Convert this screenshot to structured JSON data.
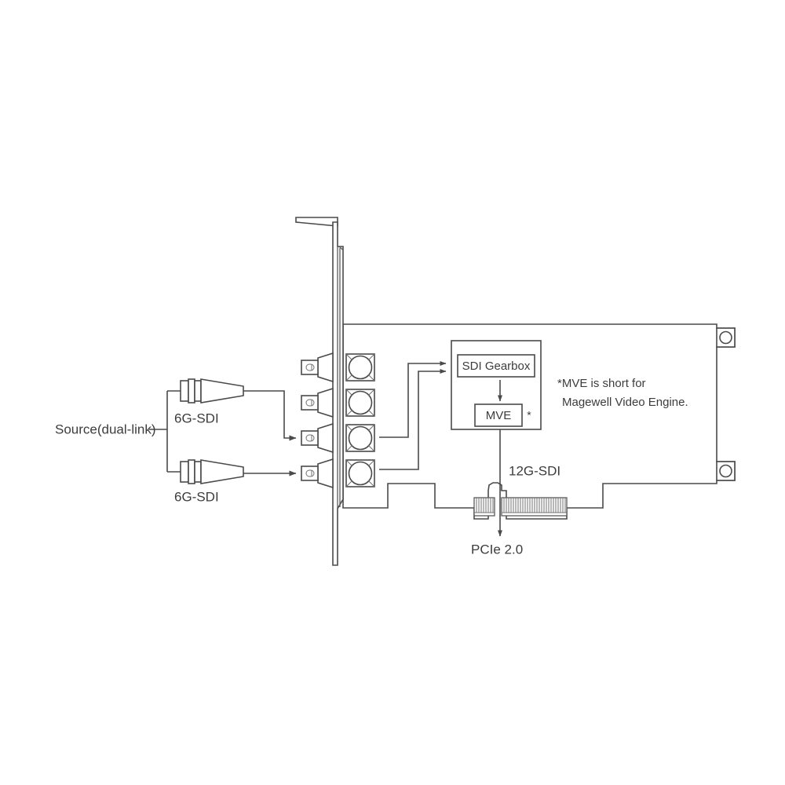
{
  "diagram": {
    "title": "Magewell SDI capture card signal flow diagram",
    "colors": {
      "stroke": "#4a4a4a",
      "stroke_light": "#707070",
      "text": "#3c3c3c",
      "background": "#ffffff"
    },
    "source": {
      "label": "Source(dual-link)"
    },
    "cables": [
      {
        "label": "6G-SDI"
      },
      {
        "label": "6G-SDI"
      }
    ],
    "chip": {
      "gearbox_label": "SDI Gearbox",
      "engine_label": "MVE",
      "engine_footnote_mark": "*"
    },
    "note": {
      "line1": "*MVE is short for",
      "line2": "Magewell Video Engine."
    },
    "internal_link": {
      "label": "12G-SDI"
    },
    "bus": {
      "label": "PCIe 2.0"
    },
    "connectors": [
      {
        "name": "bnc-port-1"
      },
      {
        "name": "bnc-port-2"
      },
      {
        "name": "bnc-port-3"
      },
      {
        "name": "bnc-port-4"
      }
    ]
  }
}
